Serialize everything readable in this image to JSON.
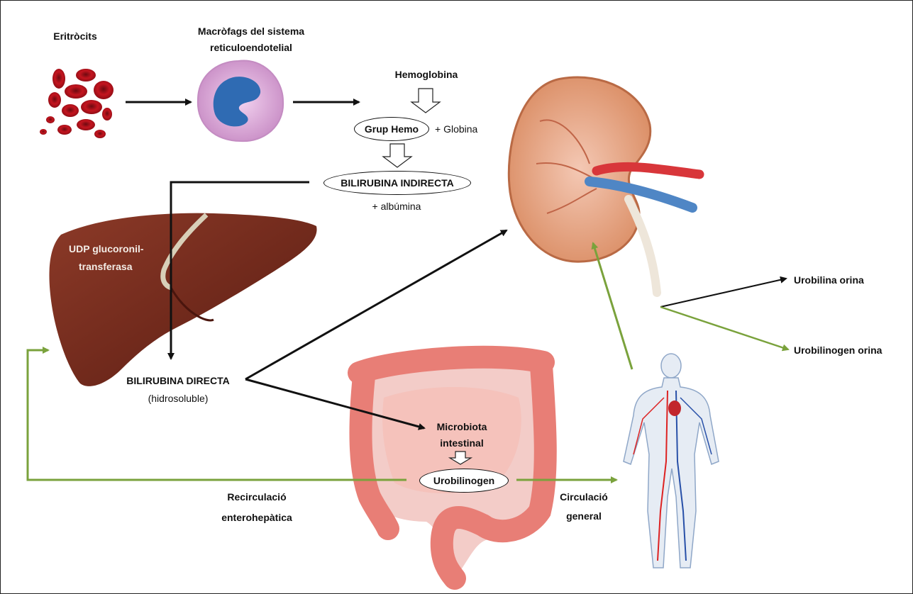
{
  "labels": {
    "eritrocits": "Eritròcits",
    "macrofags_line1": "Macròfags del sistema",
    "macrofags_line2": "reticuloendotelial",
    "hemoglobina": "Hemoglobina",
    "grup_hemo": "Grup Hemo",
    "plus_globina": "+   Globina",
    "bilirubina_indirecta": "BILIRUBINA INDIRECTA",
    "plus_albumina": "+ albúmina",
    "udp_line1": "UDP glucoronil-",
    "udp_line2": "transferasa",
    "bilirubina_directa": "BILIRUBINA DIRECTA",
    "hidrosoluble": "(hidrosoluble)",
    "microbiota_line1": "Microbiota",
    "microbiota_line2": "intestinal",
    "urobilinogen": "Urobilinogen",
    "recirculacio_line1": "Recirculació",
    "recirculacio_line2": "enterohepàtica",
    "circulacio_line1": "Circulació",
    "circulacio_line2": "general",
    "urobilina_orina": "Urobilina orina",
    "urobilinogen_orina": "Urobilinogen orina"
  },
  "icons": [
    "erythrocytes-icon",
    "macrophage-icon",
    "liver-icon",
    "kidney-icon",
    "intestine-icon",
    "human-body-icon"
  ],
  "colors": {
    "arrow_black": "#111111",
    "arrow_green": "#7aa23c",
    "liver": "#7a2a1c",
    "kidney": "#e9b48c",
    "intestine": "#e8857c",
    "blood_cell": "#b5121b",
    "macrophage": "#d9a6d8",
    "nucleus": "#2f6bb3"
  }
}
